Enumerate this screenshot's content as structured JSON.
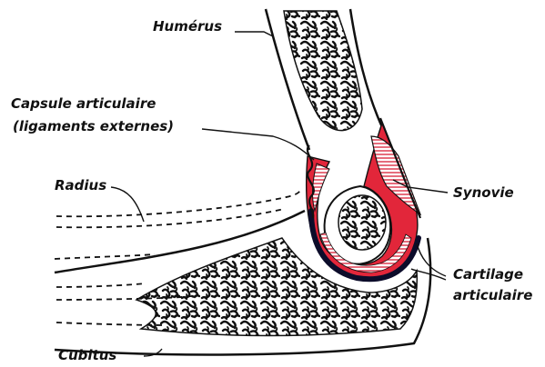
{
  "labels": {
    "humerus": "Humérus",
    "capsule_line1": "Capsule articulaire",
    "capsule_line2": "(ligaments externes)",
    "radius": "Radius",
    "synovie": "Synovie",
    "cartilage_line1": "Cartilage",
    "cartilage_line2": "articulaire",
    "cubitus": "Cubitus"
  },
  "colors": {
    "ink": "#111111",
    "synovia_fill": "#e2263a",
    "hatch_red": "#d81e35",
    "cartilage_dark": "#0c0c2a",
    "paper": "#ffffff"
  }
}
